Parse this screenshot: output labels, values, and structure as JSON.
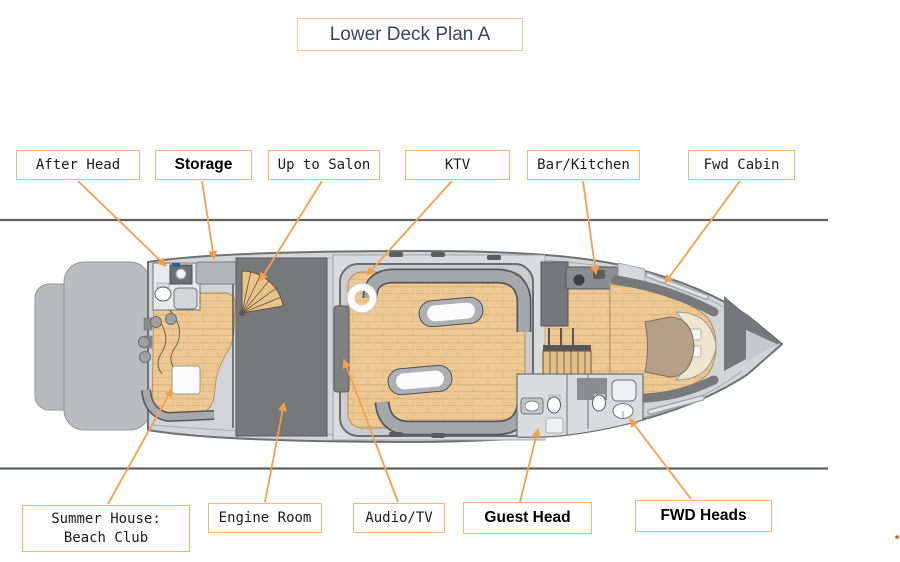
{
  "title": "Lower Deck Plan A",
  "callouts": {
    "after_head": "After Head",
    "storage": "Storage",
    "up_to_salon": "Up to Salon",
    "ktv": "KTV",
    "bar_kitchen": "Bar/Kitchen",
    "fwd_cabin": "Fwd Cabin",
    "summer_house_line1": "Summer House:",
    "summer_house_line2": "Beach Club",
    "engine_room": "Engine Room",
    "audio_tv": "Audio/TV",
    "guest_head": "Guest Head",
    "fwd_heads": "FWD Heads"
  },
  "colors": {
    "arrow": "#F0A050",
    "callout_border": "#F2B57C",
    "wood": "#EEC893",
    "wood_line": "#D9AE76",
    "hull": "#D2D4D6",
    "engine_room": "#76787A",
    "deck_line": "#5F6163",
    "sofa": "#A5A7A9",
    "bed": "#B4A086",
    "dot": "#B35C1E"
  }
}
